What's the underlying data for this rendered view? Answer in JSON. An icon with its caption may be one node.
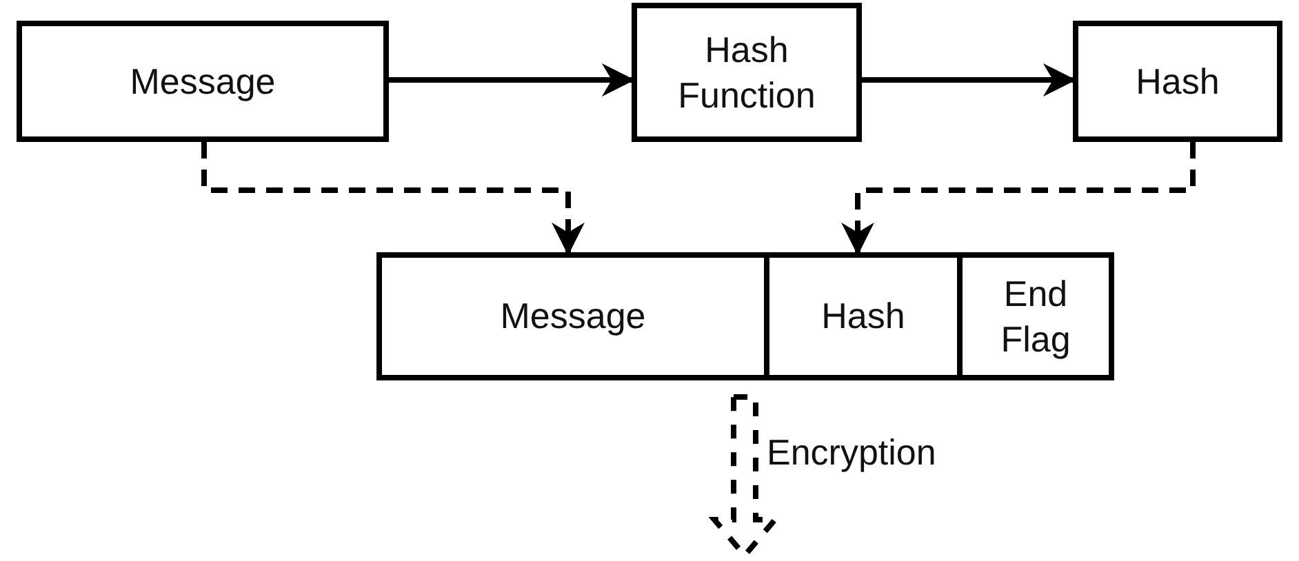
{
  "diagram": {
    "nodes": [
      {
        "text": [
          "Message"
        ]
      },
      {
        "text": [
          "Hash Function"
        ]
      },
      {
        "text": [
          "Hash"
        ]
      },
      {
        "text": [],
        "shape": "box"
      },
      {
        "text": [
          "Message"
        ],
        "in": 3
      },
      {
        "text": [
          "Hash"
        ],
        "in": 3
      },
      {
        "text": [
          "End Flag"
        ],
        "in": 3
      }
    ],
    "edges": [
      {
        "from": 0,
        "to": 1,
        "arrow": "to"
      },
      {
        "from": 1,
        "to": 2,
        "arrow": "to"
      },
      {
        "from": 0,
        "to": 4,
        "arrow": "to",
        "style": "dashed"
      },
      {
        "from": 2,
        "to": 5,
        "arrow": "to",
        "style": "dashed"
      },
      {
        "from": 3,
        "to": null,
        "arrow": "to",
        "style": "dashed",
        "label": "Encryption"
      }
    ]
  }
}
